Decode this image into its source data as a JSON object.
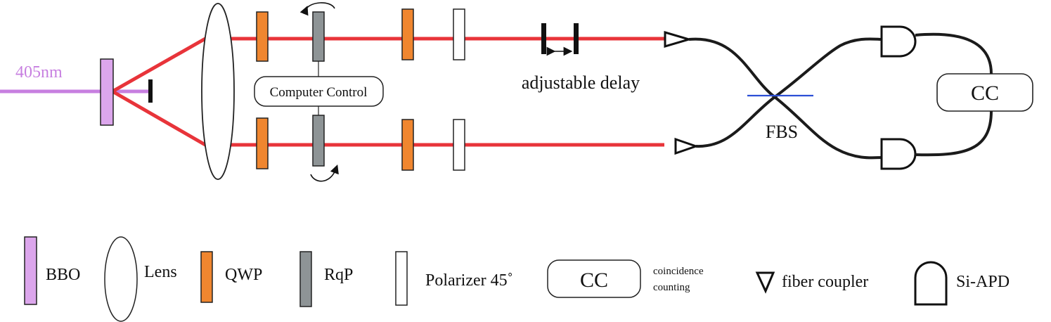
{
  "colors": {
    "beam": "#e8343a",
    "pump": "#c77fe0",
    "bbo": "#dca6ec",
    "qwp": "#f0862f",
    "rqp": "#8e9496",
    "polarizer": "#ffffff",
    "splitter_line": "#2c4fd6"
  },
  "labels": {
    "wavelength": "405nm",
    "computer_control": "Computer Control",
    "adjustable_delay": "adjustable delay",
    "fbs": "FBS",
    "cc": "CC"
  },
  "legend": {
    "bbo": "BBO",
    "lens": "Lens",
    "qwp": "QWP",
    "rqp": "RqP",
    "polarizer": "Polarizer 45˚",
    "cc_box": "CC",
    "cc_desc_line1": "coincidence",
    "cc_desc_line2": "counting",
    "fiber_coupler": "fiber coupler",
    "si_apd": "Si-APD"
  },
  "icons": {
    "rotation": "rotate-arrow-icon",
    "delay": "double-arrow-icon",
    "coupler": "triangle-coupler-icon",
    "detector": "d-shape-detector-icon"
  }
}
